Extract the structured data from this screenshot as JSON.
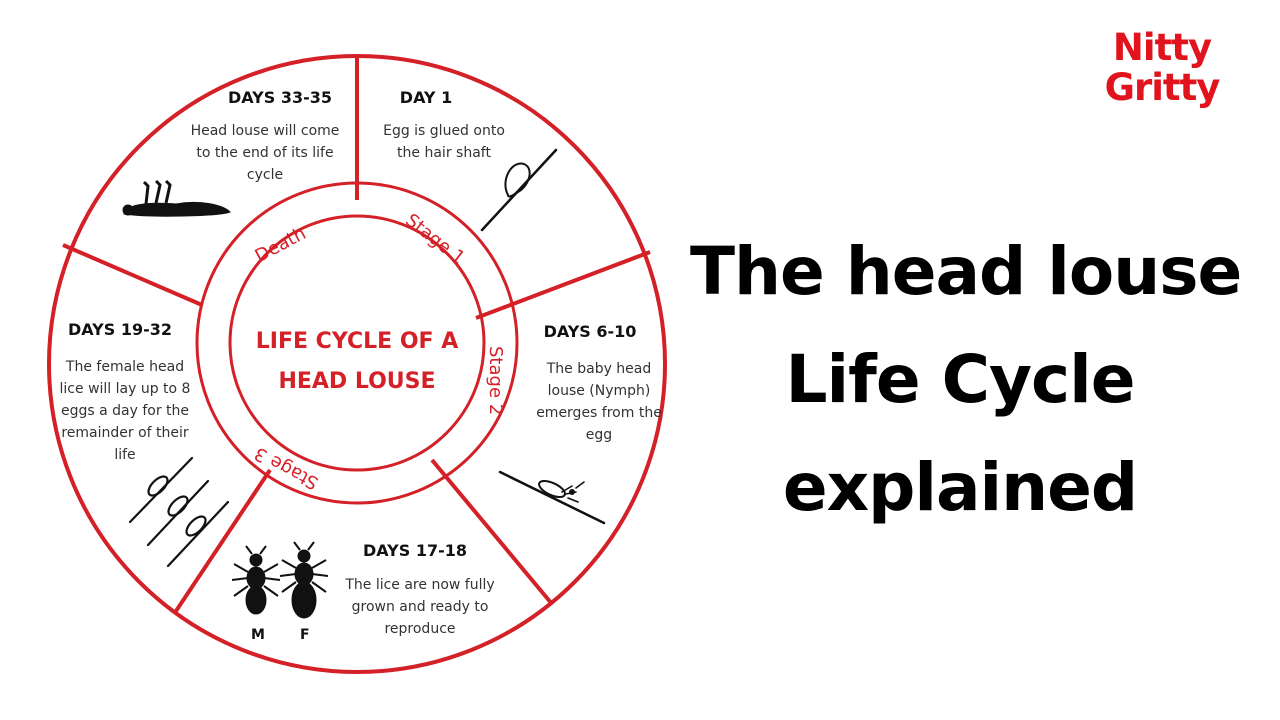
{
  "logo": {
    "line1": "Nitty",
    "line2": "Gritty",
    "color": "#e1131c"
  },
  "headline": {
    "line1": "The head louse",
    "line2": "Life Cycle",
    "line3": "explained"
  },
  "diagram": {
    "accent_color": "#d42027",
    "center_title": "LIFE CYCLE OF A HEAD LOUSE",
    "ring_labels": {
      "stage1": "Stage 1",
      "stage2": "Stage 2",
      "stage3": "Stage 3",
      "death": "Death"
    },
    "segments": {
      "day1": {
        "title": "DAY 1",
        "desc": "Egg is glued onto the hair shaft",
        "icon": "egg-on-hair-icon"
      },
      "days6_10": {
        "title": "DAYS 6-10",
        "desc": "The baby head louse (Nymph) emerges from the egg",
        "icon": "nymph-hatching-icon"
      },
      "days17_18": {
        "title": "DAYS 17-18",
        "desc": "The lice are now fully grown and ready to reproduce",
        "icon": "adult-lice-icon"
      },
      "days19_32": {
        "title": "DAYS 19-32",
        "desc": "The female head lice will lay up to 8 eggs a day for the remainder of their life",
        "icon": "eggs-on-hairs-icon"
      },
      "days33_35": {
        "title": "DAYS 33-35",
        "desc": "Head louse will come to the end of its life cycle",
        "icon": "dead-louse-icon"
      }
    },
    "sex_labels": {
      "male": "M",
      "female": "F"
    }
  }
}
